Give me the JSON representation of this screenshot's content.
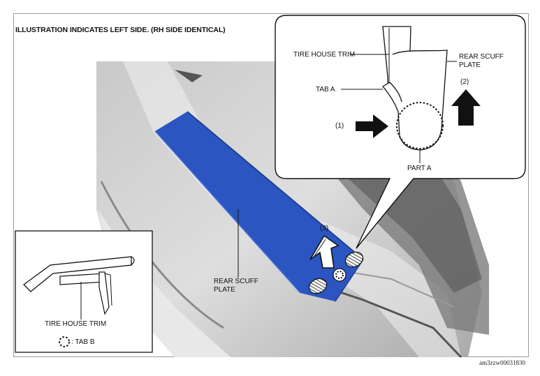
{
  "header": "ILLUSTRATION INDICATES LEFT SIDE. (RH SIDE IDENTICAL)",
  "callout": {
    "tire_house_trim": "TIRE HOUSE TRIM",
    "rear_scuff_plate_line1": "REAR SCUFF",
    "rear_scuff_plate_line2": "PLATE",
    "tab_a": "TAB A",
    "step_1": "(1)",
    "step_2": "(2)",
    "part_a": "PART A"
  },
  "main": {
    "step_3": "(3)",
    "rear_scuff_plate_line1": "REAR SCUFF",
    "rear_scuff_plate_line2": "PLATE"
  },
  "inset": {
    "tire_house_trim": "TIRE HOUSE TRIM",
    "tab_b_legend": ": TAB B"
  },
  "figure_code": "am3zzw00031830",
  "colors": {
    "scuff_plate": "#2b55c0",
    "arrow": "#111111",
    "frame": "#9a9a9a"
  }
}
